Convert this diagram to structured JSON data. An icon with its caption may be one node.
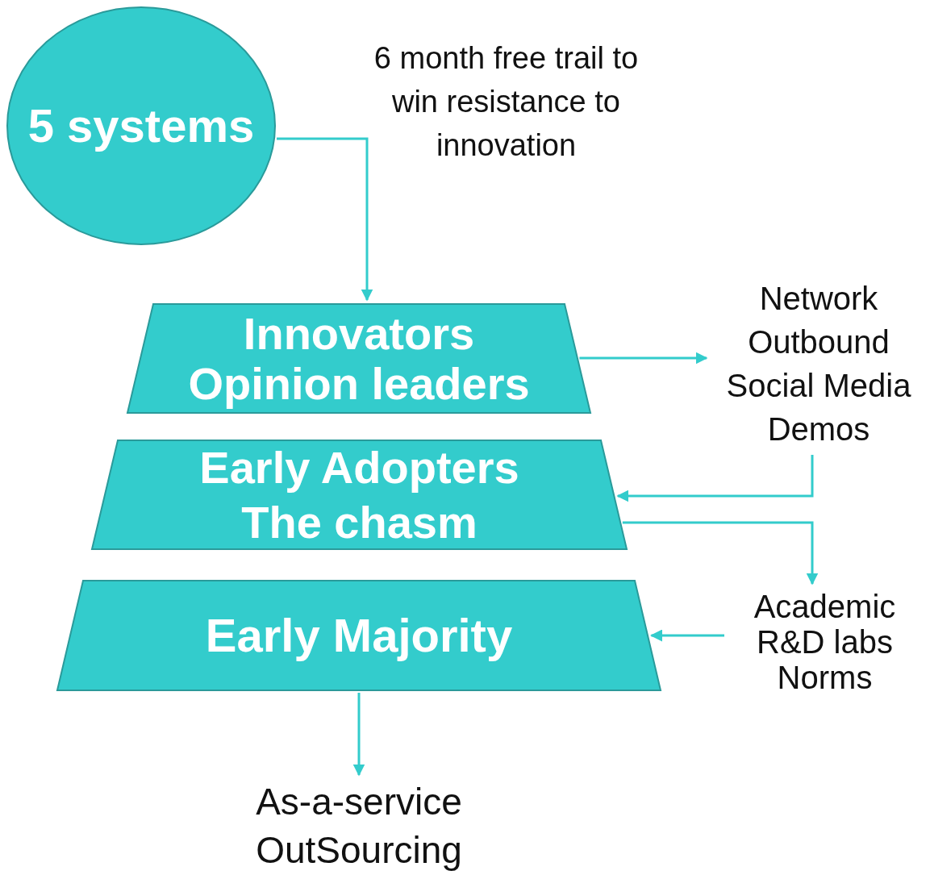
{
  "diagram": {
    "nodes": [
      {
        "text": [
          "5 systems"
        ]
      },
      {
        "text": [
          "Innovators",
          "Opinion leaders"
        ]
      },
      {
        "text": [
          "Early Adopters",
          "The chasm"
        ]
      },
      {
        "text": [
          "Early Majority"
        ]
      },
      {
        "text": [
          "Network",
          "Outbound",
          "Social Media",
          "Demos"
        ]
      },
      {
        "text": [
          "Academic",
          "R&D labs",
          "Norms"
        ]
      },
      {
        "text": [
          "As-a-service",
          "OutSourcing"
        ]
      }
    ],
    "edges": [
      {
        "from": 0,
        "to": 1,
        "arrow": "to",
        "label": "6 month free trail to win resistance to innovation"
      },
      {
        "from": 1,
        "to": 4,
        "arrow": "to"
      },
      {
        "from": 4,
        "to": 2,
        "arrow": "to"
      },
      {
        "from": 2,
        "to": 5,
        "arrow": "to"
      },
      {
        "from": 5,
        "to": 3,
        "arrow": "to"
      },
      {
        "from": 3,
        "to": 6,
        "arrow": "to"
      }
    ]
  }
}
